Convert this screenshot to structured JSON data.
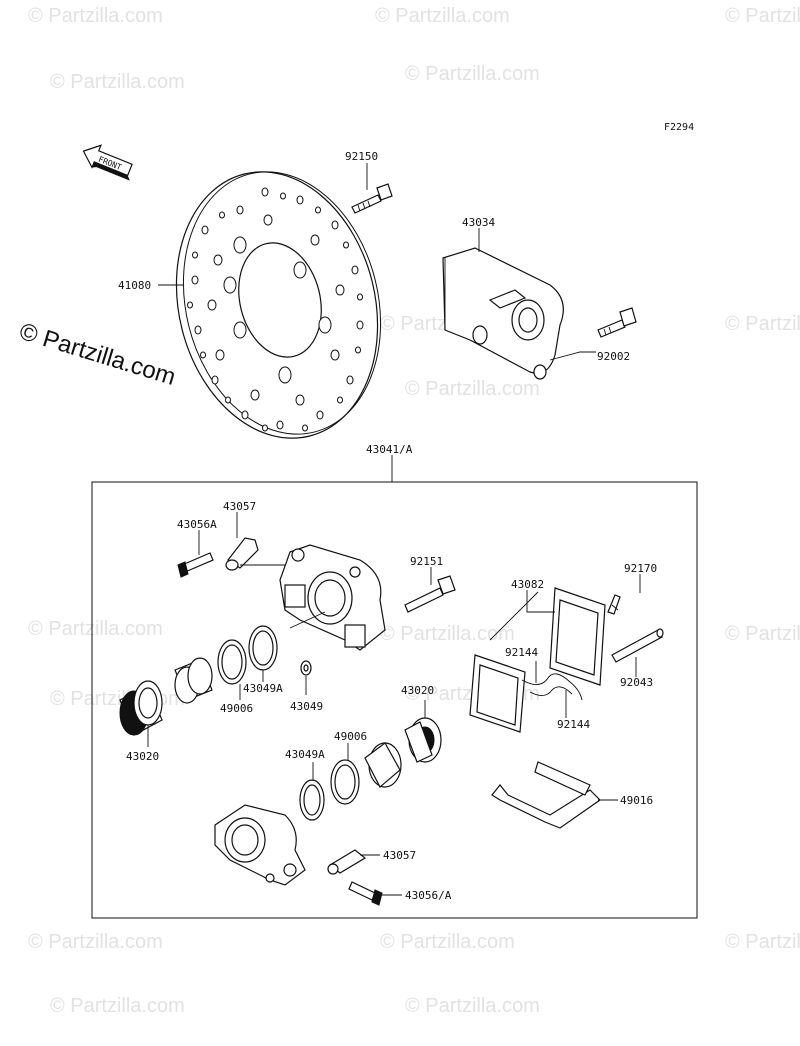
{
  "figure_code": "F2294",
  "front_label": "FRONT",
  "copyright_main": "© Partzilla.com",
  "watermark_text": "© Partzilla.com",
  "labels": {
    "p92150": "92150",
    "p41080": "41080",
    "p43034": "43034",
    "p92002": "92002",
    "p43041A": "43041/A",
    "p43057a": "43057",
    "p43056A": "43056A",
    "p92151": "92151",
    "p92170": "92170",
    "p43082": "43082",
    "p92144a": "92144",
    "p92144b": "92144",
    "p92043": "92043",
    "p43049Aa": "43049A",
    "p49006a": "49006",
    "p43049": "43049",
    "p43020a": "43020",
    "p43020b": "43020",
    "p49006b": "49006",
    "p43049Ab": "43049A",
    "p49016": "49016",
    "p43057b": "43057",
    "p43056A2": "43056/A"
  }
}
